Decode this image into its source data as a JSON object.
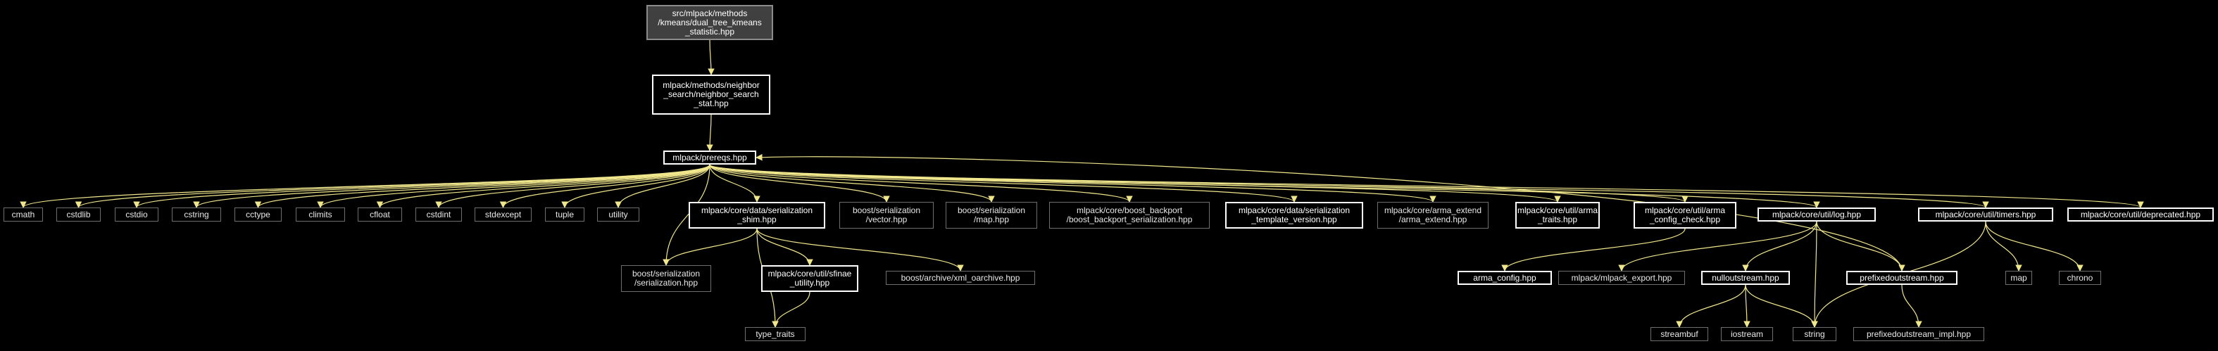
{
  "graph": {
    "edge_color": "#f0e68c",
    "nodes": [
      {
        "id": "root",
        "label": "src/mlpack/methods\n/kmeans/dual_tree_kmeans\n_statistic.hpp",
        "style": "root"
      },
      {
        "id": "nss",
        "label": "mlpack/methods/neighbor\n_search/neighbor_search\n_stat.hpp",
        "style": "solid"
      },
      {
        "id": "prereqs",
        "label": "mlpack/prereqs.hpp",
        "style": "solid"
      },
      {
        "id": "cmath",
        "label": "cmath",
        "style": "grey"
      },
      {
        "id": "cstdlib",
        "label": "cstdlib",
        "style": "grey"
      },
      {
        "id": "cstdio",
        "label": "cstdio",
        "style": "grey"
      },
      {
        "id": "cstring",
        "label": "cstring",
        "style": "grey"
      },
      {
        "id": "cctype",
        "label": "cctype",
        "style": "grey"
      },
      {
        "id": "climits",
        "label": "climits",
        "style": "grey"
      },
      {
        "id": "cfloat",
        "label": "cfloat",
        "style": "grey"
      },
      {
        "id": "cstdint",
        "label": "cstdint",
        "style": "grey"
      },
      {
        "id": "stdexcept",
        "label": "stdexcept",
        "style": "grey"
      },
      {
        "id": "tuple",
        "label": "tuple",
        "style": "grey"
      },
      {
        "id": "utility",
        "label": "utility",
        "style": "grey"
      },
      {
        "id": "shim",
        "label": "mlpack/core/data/serialization\n_shim.hpp",
        "style": "solid"
      },
      {
        "id": "bvector",
        "label": "boost/serialization\n/vector.hpp",
        "style": "grey"
      },
      {
        "id": "bmap",
        "label": "boost/serialization\n/map.hpp",
        "style": "grey"
      },
      {
        "id": "backport",
        "label": "mlpack/core/boost_backport\n/boost_backport_serialization.hpp",
        "style": "grey"
      },
      {
        "id": "stv",
        "label": "mlpack/core/data/serialization\n_template_version.hpp",
        "style": "solid"
      },
      {
        "id": "arma_extend",
        "label": "mlpack/core/arma_extend\n/arma_extend.hpp",
        "style": "grey"
      },
      {
        "id": "arma_traits",
        "label": "mlpack/core/util/arma\n_traits.hpp",
        "style": "solid"
      },
      {
        "id": "arma_cc",
        "label": "mlpack/core/util/arma\n_config_check.hpp",
        "style": "solid"
      },
      {
        "id": "log",
        "label": "mlpack/core/util/log.hpp",
        "style": "solid"
      },
      {
        "id": "timers",
        "label": "mlpack/core/util/timers.hpp",
        "style": "solid"
      },
      {
        "id": "deprecated",
        "label": "mlpack/core/util/deprecated.hpp",
        "style": "solid"
      },
      {
        "id": "bser",
        "label": "boost/serialization\n/serialization.hpp",
        "style": "grey"
      },
      {
        "id": "sfinae",
        "label": "mlpack/core/util/sfinae\n_utility.hpp",
        "style": "solid"
      },
      {
        "id": "xml",
        "label": "boost/archive/xml_oarchive.hpp",
        "style": "grey"
      },
      {
        "id": "type_traits",
        "label": "type_traits",
        "style": "grey"
      },
      {
        "id": "arma_config",
        "label": "arma_config.hpp",
        "style": "solid"
      },
      {
        "id": "export",
        "label": "mlpack/mlpack_export.hpp",
        "style": "grey"
      },
      {
        "id": "nullout",
        "label": "nulloutstream.hpp",
        "style": "solid"
      },
      {
        "id": "prefixed",
        "label": "prefixedoutstream.hpp",
        "style": "solid"
      },
      {
        "id": "map",
        "label": "map",
        "style": "grey"
      },
      {
        "id": "chrono",
        "label": "chrono",
        "style": "grey"
      },
      {
        "id": "streambuf",
        "label": "streambuf",
        "style": "grey"
      },
      {
        "id": "iostream",
        "label": "iostream",
        "style": "grey"
      },
      {
        "id": "string",
        "label": "string",
        "style": "grey"
      },
      {
        "id": "prefixed_impl",
        "label": "prefixedoutstream_impl.hpp",
        "style": "grey"
      }
    ],
    "edges": [
      [
        "root",
        "nss"
      ],
      [
        "nss",
        "prereqs"
      ],
      [
        "prereqs",
        "cmath"
      ],
      [
        "prereqs",
        "cstdlib"
      ],
      [
        "prereqs",
        "cstdio"
      ],
      [
        "prereqs",
        "cstring"
      ],
      [
        "prereqs",
        "cctype"
      ],
      [
        "prereqs",
        "climits"
      ],
      [
        "prereqs",
        "cfloat"
      ],
      [
        "prereqs",
        "cstdint"
      ],
      [
        "prereqs",
        "stdexcept"
      ],
      [
        "prereqs",
        "tuple"
      ],
      [
        "prereqs",
        "utility"
      ],
      [
        "prereqs",
        "shim"
      ],
      [
        "prereqs",
        "bvector"
      ],
      [
        "prereqs",
        "bmap"
      ],
      [
        "prereqs",
        "backport"
      ],
      [
        "prereqs",
        "stv"
      ],
      [
        "prereqs",
        "arma_extend"
      ],
      [
        "prereqs",
        "arma_traits"
      ],
      [
        "prereqs",
        "arma_cc"
      ],
      [
        "prereqs",
        "log"
      ],
      [
        "prereqs",
        "timers"
      ],
      [
        "prereqs",
        "deprecated"
      ],
      [
        "prereqs",
        "bser"
      ],
      [
        "shim",
        "bser"
      ],
      [
        "shim",
        "sfinae"
      ],
      [
        "shim",
        "xml"
      ],
      [
        "shim",
        "type_traits"
      ],
      [
        "sfinae",
        "type_traits"
      ],
      [
        "arma_cc",
        "arma_config"
      ],
      [
        "log",
        "export"
      ],
      [
        "log",
        "nullout"
      ],
      [
        "log",
        "prefixed"
      ],
      [
        "log",
        "string"
      ],
      [
        "nullout",
        "streambuf"
      ],
      [
        "nullout",
        "iostream"
      ],
      [
        "nullout",
        "string"
      ],
      [
        "prefixed",
        "prereqs"
      ],
      [
        "prefixed",
        "prefixed_impl"
      ],
      [
        "timers",
        "map"
      ],
      [
        "timers",
        "chrono"
      ],
      [
        "timers",
        "string"
      ]
    ]
  }
}
